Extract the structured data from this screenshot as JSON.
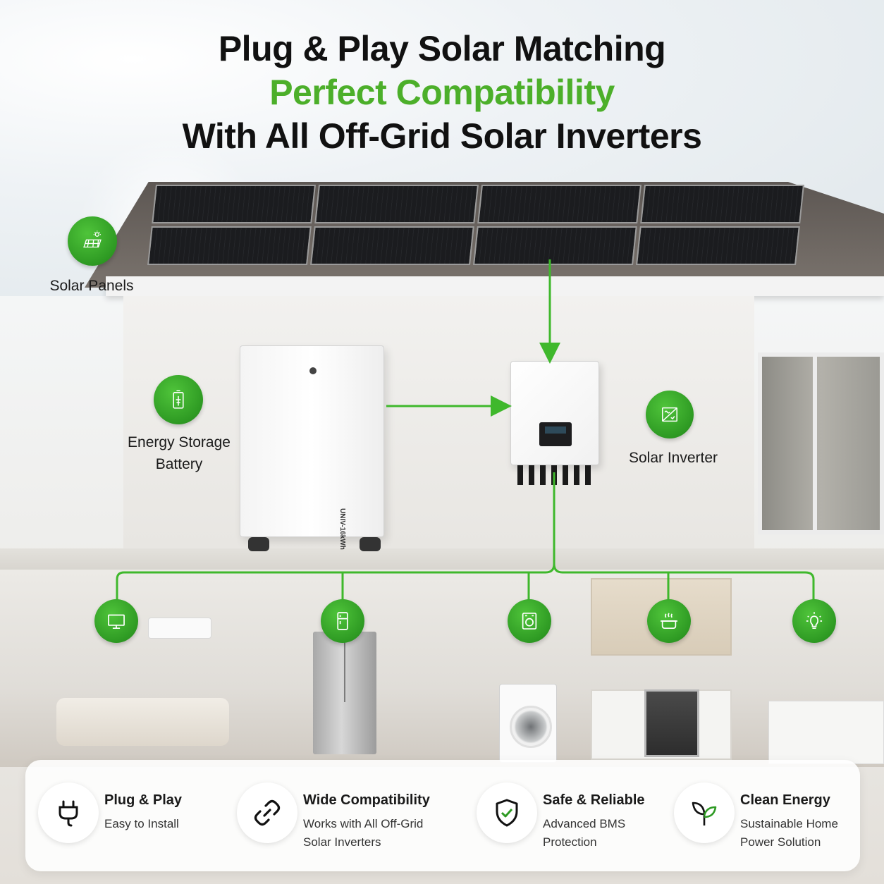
{
  "title": {
    "line1": "Plug & Play Solar Matching",
    "line2": "Perfect Compatibility",
    "line3": "With All Off-Grid Solar Inverters"
  },
  "components": {
    "solar_panels": "Solar Panels",
    "battery_line1": "Energy Storage",
    "battery_line2": "Battery",
    "battery_model": "UNIV-16kWh",
    "inverter": "Solar Inverter"
  },
  "appliances": [
    "tv-icon",
    "fridge-icon",
    "washing-machine-icon",
    "cooking-pot-icon",
    "light-bulb-icon"
  ],
  "features": [
    {
      "title": "Plug & Play",
      "desc1": "Easy to Install",
      "desc2": "",
      "icon": "plug-icon"
    },
    {
      "title": "Wide Compatibility",
      "desc1": "Works with All Off-Grid",
      "desc2": "Solar Inverters",
      "icon": "link-icon"
    },
    {
      "title": "Safe & Reliable",
      "desc1": "Advanced BMS",
      "desc2": "Protection",
      "icon": "shield-check-icon"
    },
    {
      "title": "Clean Energy",
      "desc1": "Sustainable Home",
      "desc2": "Power Solution",
      "icon": "leaf-icon"
    }
  ],
  "colors": {
    "accent_green": "#4caf2a",
    "badge_green": "#2e9a23",
    "line_green": "#3fb82c",
    "title_dark": "#111111"
  }
}
